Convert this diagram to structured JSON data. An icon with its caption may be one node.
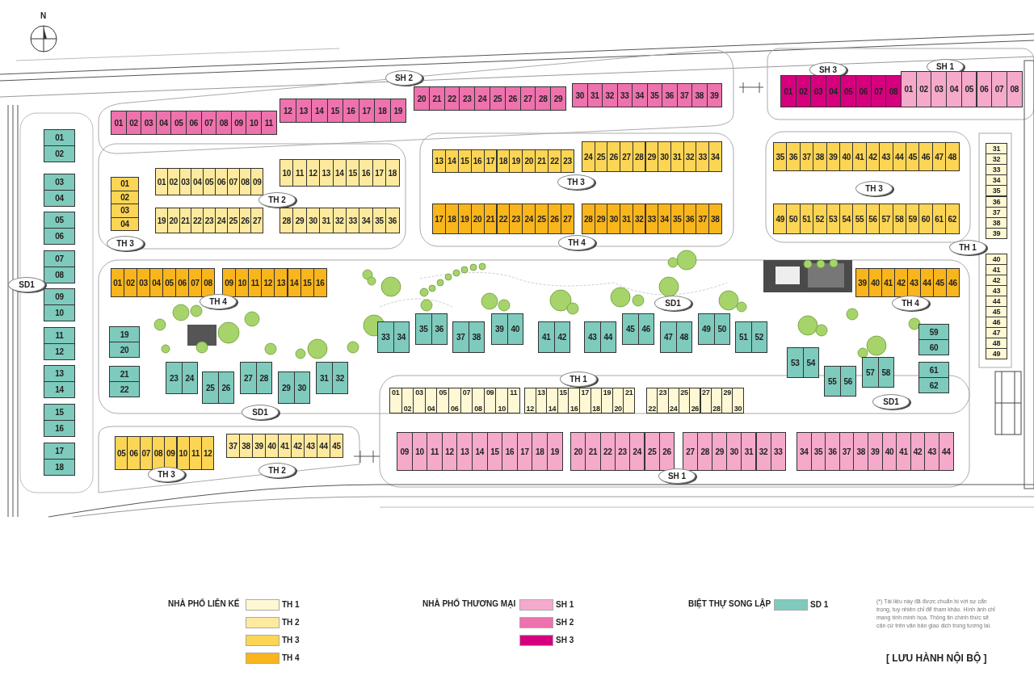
{
  "diagram": {
    "nodes": [
      {
        "text": [
          "01"
        ]
      },
      {
        "text": [
          "02"
        ]
      },
      {
        "text": [
          "03"
        ]
      },
      {
        "text": [
          "04"
        ]
      },
      {
        "text": [
          "05"
        ]
      },
      {
        "text": [
          "06"
        ]
      },
      {
        "text": [
          "07"
        ]
      },
      {
        "text": [
          "08"
        ]
      },
      {
        "text": [
          "09"
        ]
      },
      {
        "text": [
          "10"
        ]
      },
      {
        "text": [
          "11"
        ]
      },
      {
        "text": [
          "SH 2"
        ]
      },
      {
        "text": [
          "12"
        ]
      },
      {
        "text": [
          "13"
        ]
      },
      {
        "text": [
          "14"
        ]
      },
      {
        "text": [
          "15"
        ]
      },
      {
        "text": [
          "16"
        ]
      },
      {
        "text": [
          "17"
        ]
      },
      {
        "text": [
          "18"
        ]
      },
      {
        "text": [
          "19"
        ]
      },
      {
        "text": [
          "20"
        ]
      },
      {
        "text": [
          "21"
        ]
      },
      {
        "text": [
          "22"
        ]
      },
      {
        "text": [
          "23"
        ]
      },
      {
        "text": [
          "24"
        ]
      },
      {
        "text": [
          "25"
        ]
      },
      {
        "text": [
          "26"
        ]
      },
      {
        "text": [
          "27"
        ]
      },
      {
        "text": [
          "28"
        ]
      },
      {
        "text": [
          "29"
        ]
      },
      {
        "text": [
          "30"
        ]
      },
      {
        "text": [
          "31"
        ]
      },
      {
        "text": [
          "32"
        ]
      },
      {
        "text": [
          "33"
        ]
      },
      {
        "text": [
          "34"
        ]
      },
      {
        "text": [
          "35"
        ]
      },
      {
        "text": [
          "36"
        ]
      },
      {
        "text": [
          "37"
        ]
      },
      {
        "text": [
          "38"
        ]
      },
      {
        "text": [
          "39"
        ]
      },
      {
        "text": [
          "SH 3"
        ]
      },
      {
        "text": [
          "01"
        ]
      },
      {
        "text": [
          "02"
        ]
      },
      {
        "text": [
          "03"
        ]
      },
      {
        "text": [
          "04"
        ]
      },
      {
        "text": [
          "05"
        ]
      },
      {
        "text": [
          "06"
        ]
      },
      {
        "text": [
          "07"
        ]
      },
      {
        "text": [
          "08"
        ]
      },
      {
        "text": [
          "SH 1"
        ]
      },
      {
        "text": [
          "01"
        ]
      },
      {
        "text": [
          "02"
        ]
      },
      {
        "text": [
          "03"
        ]
      },
      {
        "text": [
          "04"
        ]
      },
      {
        "text": [
          "05"
        ]
      },
      {
        "text": [
          "06"
        ]
      },
      {
        "text": [
          "07"
        ]
      },
      {
        "text": [
          "08"
        ]
      },
      {
        "text": [
          "01"
        ]
      },
      {
        "text": [
          "02"
        ]
      },
      {
        "text": [
          "03"
        ]
      },
      {
        "text": [
          "04"
        ]
      },
      {
        "text": [
          "05"
        ]
      },
      {
        "text": [
          "06"
        ]
      },
      {
        "text": [
          "07"
        ]
      },
      {
        "text": [
          "08"
        ]
      },
      {
        "text": [
          "09"
        ]
      },
      {
        "text": [
          "10"
        ]
      },
      {
        "text": [
          "11"
        ]
      },
      {
        "text": [
          "12"
        ]
      },
      {
        "text": [
          "13"
        ]
      },
      {
        "text": [
          "14"
        ]
      },
      {
        "text": [
          "15"
        ]
      },
      {
        "text": [
          "16"
        ]
      },
      {
        "text": [
          "17"
        ]
      },
      {
        "text": [
          "18"
        ]
      },
      {
        "text": [
          "SD1"
        ]
      },
      {
        "text": [
          "01"
        ]
      },
      {
        "text": [
          "02"
        ]
      },
      {
        "text": [
          "03"
        ]
      },
      {
        "text": [
          "04"
        ]
      },
      {
        "text": [
          "01"
        ]
      },
      {
        "text": [
          "02"
        ]
      },
      {
        "text": [
          "03"
        ]
      },
      {
        "text": [
          "04"
        ]
      },
      {
        "text": [
          "05"
        ]
      },
      {
        "text": [
          "06"
        ]
      },
      {
        "text": [
          "07"
        ]
      },
      {
        "text": [
          "08"
        ]
      },
      {
        "text": [
          "09"
        ]
      },
      {
        "text": [
          "10"
        ]
      },
      {
        "text": [
          "11"
        ]
      },
      {
        "text": [
          "12"
        ]
      },
      {
        "text": [
          "13"
        ]
      },
      {
        "text": [
          "14"
        ]
      },
      {
        "text": [
          "15"
        ]
      },
      {
        "text": [
          "16"
        ]
      },
      {
        "text": [
          "17"
        ]
      },
      {
        "text": [
          "18"
        ]
      },
      {
        "text": [
          "TH 2"
        ]
      },
      {
        "text": [
          "19"
        ]
      },
      {
        "text": [
          "20"
        ]
      },
      {
        "text": [
          "21"
        ]
      },
      {
        "text": [
          "22"
        ]
      },
      {
        "text": [
          "23"
        ]
      },
      {
        "text": [
          "24"
        ]
      },
      {
        "text": [
          "25"
        ]
      },
      {
        "text": [
          "26"
        ]
      },
      {
        "text": [
          "27"
        ]
      },
      {
        "text": [
          "28"
        ]
      },
      {
        "text": [
          "29"
        ]
      },
      {
        "text": [
          "30"
        ]
      },
      {
        "text": [
          "31"
        ]
      },
      {
        "text": [
          "32"
        ]
      },
      {
        "text": [
          "33"
        ]
      },
      {
        "text": [
          "34"
        ]
      },
      {
        "text": [
          "35"
        ]
      },
      {
        "text": [
          "36"
        ]
      },
      {
        "text": [
          "TH 3"
        ]
      },
      {
        "text": [
          "13"
        ]
      },
      {
        "text": [
          "14"
        ]
      },
      {
        "text": [
          "15"
        ]
      },
      {
        "text": [
          "16"
        ]
      },
      {
        "text": [
          "17"
        ]
      },
      {
        "text": [
          "18"
        ]
      },
      {
        "text": [
          "19"
        ]
      },
      {
        "text": [
          "20"
        ]
      },
      {
        "text": [
          "21"
        ]
      },
      {
        "text": [
          "22"
        ]
      },
      {
        "text": [
          "23"
        ]
      },
      {
        "text": [
          "TH 3"
        ]
      },
      {
        "text": [
          "24"
        ]
      },
      {
        "text": [
          "25"
        ]
      },
      {
        "text": [
          "26"
        ]
      },
      {
        "text": [
          "27"
        ]
      },
      {
        "text": [
          "28"
        ]
      },
      {
        "text": [
          "29"
        ]
      },
      {
        "text": [
          "30"
        ]
      },
      {
        "text": [
          "31"
        ]
      },
      {
        "text": [
          "32"
        ]
      },
      {
        "text": [
          "33"
        ]
      },
      {
        "text": [
          "34"
        ]
      },
      {
        "text": [
          "17"
        ]
      },
      {
        "text": [
          "18"
        ]
      },
      {
        "text": [
          "19"
        ]
      },
      {
        "text": [
          "20"
        ]
      },
      {
        "text": [
          "21"
        ]
      },
      {
        "text": [
          "22"
        ]
      },
      {
        "text": [
          "23"
        ]
      },
      {
        "text": [
          "24"
        ]
      },
      {
        "text": [
          "25"
        ]
      },
      {
        "text": [
          "26"
        ]
      },
      {
        "text": [
          "27"
        ]
      },
      {
        "text": [
          "28"
        ]
      },
      {
        "text": [
          "29"
        ]
      },
      {
        "text": [
          "30"
        ]
      },
      {
        "text": [
          "31"
        ]
      },
      {
        "text": [
          "32"
        ]
      },
      {
        "text": [
          "33"
        ]
      },
      {
        "text": [
          "34"
        ]
      },
      {
        "text": [
          "35"
        ]
      },
      {
        "text": [
          "36"
        ]
      },
      {
        "text": [
          "37"
        ]
      },
      {
        "text": [
          "38"
        ]
      },
      {
        "text": [
          "TH 4"
        ]
      },
      {
        "text": [
          "35"
        ]
      },
      {
        "text": [
          "36"
        ]
      },
      {
        "text": [
          "37"
        ]
      },
      {
        "text": [
          "38"
        ]
      },
      {
        "text": [
          "39"
        ]
      },
      {
        "text": [
          "40"
        ]
      },
      {
        "text": [
          "41"
        ]
      },
      {
        "text": [
          "42"
        ]
      },
      {
        "text": [
          "43"
        ]
      },
      {
        "text": [
          "44"
        ]
      },
      {
        "text": [
          "45"
        ]
      },
      {
        "text": [
          "46"
        ]
      },
      {
        "text": [
          "47"
        ]
      },
      {
        "text": [
          "48"
        ]
      },
      {
        "text": [
          "TH 3"
        ]
      },
      {
        "text": [
          "49"
        ]
      },
      {
        "text": [
          "50"
        ]
      },
      {
        "text": [
          "51"
        ]
      },
      {
        "text": [
          "52"
        ]
      },
      {
        "text": [
          "53"
        ]
      },
      {
        "text": [
          "54"
        ]
      },
      {
        "text": [
          "55"
        ]
      },
      {
        "text": [
          "56"
        ]
      },
      {
        "text": [
          "57"
        ]
      },
      {
        "text": [
          "58"
        ]
      },
      {
        "text": [
          "59"
        ]
      },
      {
        "text": [
          "60"
        ]
      },
      {
        "text": [
          "61"
        ]
      },
      {
        "text": [
          "62"
        ]
      },
      {
        "text": [
          "31"
        ]
      },
      {
        "text": [
          "32"
        ]
      },
      {
        "text": [
          "33"
        ]
      },
      {
        "text": [
          "34"
        ]
      },
      {
        "text": [
          "35"
        ]
      },
      {
        "text": [
          "36"
        ]
      },
      {
        "text": [
          "37"
        ]
      },
      {
        "text": [
          "38"
        ]
      },
      {
        "text": [
          "39"
        ]
      },
      {
        "text": [
          "TH 1"
        ]
      },
      {
        "text": [
          "40"
        ]
      },
      {
        "text": [
          "41"
        ]
      },
      {
        "text": [
          "42"
        ]
      },
      {
        "text": [
          "43"
        ]
      },
      {
        "text": [
          "44"
        ]
      },
      {
        "text": [
          "45"
        ]
      },
      {
        "text": [
          "46"
        ]
      },
      {
        "text": [
          "47"
        ]
      },
      {
        "text": [
          "48"
        ]
      },
      {
        "text": [
          "49"
        ]
      },
      {
        "text": [
          "01"
        ]
      },
      {
        "text": [
          "02"
        ]
      },
      {
        "text": [
          "03"
        ]
      },
      {
        "text": [
          "04"
        ]
      },
      {
        "text": [
          "05"
        ]
      },
      {
        "text": [
          "06"
        ]
      },
      {
        "text": [
          "07"
        ]
      },
      {
        "text": [
          "08"
        ]
      },
      {
        "text": [
          "09"
        ]
      },
      {
        "text": [
          "10"
        ]
      },
      {
        "text": [
          "11"
        ]
      },
      {
        "text": [
          "12"
        ]
      },
      {
        "text": [
          "13"
        ]
      },
      {
        "text": [
          "14"
        ]
      },
      {
        "text": [
          "15"
        ]
      },
      {
        "text": [
          "16"
        ]
      },
      {
        "text": [
          "TH 4"
        ]
      },
      {
        "text": [
          "39"
        ]
      },
      {
        "text": [
          "40"
        ]
      },
      {
        "text": [
          "41"
        ]
      },
      {
        "text": [
          "42"
        ]
      },
      {
        "text": [
          "43"
        ]
      },
      {
        "text": [
          "44"
        ]
      },
      {
        "text": [
          "45"
        ]
      },
      {
        "text": [
          "46"
        ]
      },
      {
        "text": [
          "TH 4"
        ]
      },
      {
        "text": [
          "SD1"
        ]
      },
      {
        "text": [
          "19"
        ]
      },
      {
        "text": [
          "20"
        ]
      },
      {
        "text": [
          "21"
        ]
      },
      {
        "text": [
          "22"
        ]
      },
      {
        "text": [
          "23"
        ]
      },
      {
        "text": [
          "24"
        ]
      },
      {
        "text": [
          "25"
        ]
      },
      {
        "text": [
          "26"
        ]
      },
      {
        "text": [
          "27"
        ]
      },
      {
        "text": [
          "28"
        ]
      },
      {
        "text": [
          "29"
        ]
      },
      {
        "text": [
          "30"
        ]
      },
      {
        "text": [
          "31"
        ]
      },
      {
        "text": [
          "32"
        ]
      },
      {
        "text": [
          "SD1"
        ]
      },
      {
        "text": [
          "33"
        ]
      },
      {
        "text": [
          "34"
        ]
      },
      {
        "text": [
          "35"
        ]
      },
      {
        "text": [
          "36"
        ]
      },
      {
        "text": [
          "37"
        ]
      },
      {
        "text": [
          "38"
        ]
      },
      {
        "text": [
          "39"
        ]
      },
      {
        "text": [
          "40"
        ]
      },
      {
        "text": [
          "41"
        ]
      },
      {
        "text": [
          "42"
        ]
      },
      {
        "text": [
          "43"
        ]
      },
      {
        "text": [
          "44"
        ]
      },
      {
        "text": [
          "45"
        ]
      },
      {
        "text": [
          "46"
        ]
      },
      {
        "text": [
          "47"
        ]
      },
      {
        "text": [
          "48"
        ]
      },
      {
        "text": [
          "49"
        ]
      },
      {
        "text": [
          "50"
        ]
      },
      {
        "text": [
          "51"
        ]
      },
      {
        "text": [
          "52"
        ]
      },
      {
        "text": [
          "53"
        ]
      },
      {
        "text": [
          "54"
        ]
      },
      {
        "text": [
          "55"
        ]
      },
      {
        "text": [
          "56"
        ]
      },
      {
        "text": [
          "57"
        ]
      },
      {
        "text": [
          "58"
        ]
      },
      {
        "text": [
          "59"
        ]
      },
      {
        "text": [
          "60"
        ]
      },
      {
        "text": [
          "61"
        ]
      },
      {
        "text": [
          "62"
        ]
      },
      {
        "text": [
          "SD1"
        ]
      },
      {
        "text": [
          "TH 1"
        ]
      },
      {
        "text": [
          "01"
        ]
      },
      {
        "text": [
          "02"
        ]
      },
      {
        "text": [
          "03"
        ]
      },
      {
        "text": [
          "04"
        ]
      },
      {
        "text": [
          "05"
        ]
      },
      {
        "text": [
          "06"
        ]
      },
      {
        "text": [
          "07"
        ]
      },
      {
        "text": [
          "08"
        ]
      },
      {
        "text": [
          "09"
        ]
      },
      {
        "text": [
          "10"
        ]
      },
      {
        "text": [
          "11"
        ]
      },
      {
        "text": [
          "12"
        ]
      },
      {
        "text": [
          "13"
        ]
      },
      {
        "text": [
          "14"
        ]
      },
      {
        "text": [
          "15"
        ]
      },
      {
        "text": [
          "16"
        ]
      },
      {
        "text": [
          "17"
        ]
      },
      {
        "text": [
          "18"
        ]
      },
      {
        "text": [
          "19"
        ]
      },
      {
        "text": [
          "20"
        ]
      },
      {
        "text": [
          "21"
        ]
      },
      {
        "text": [
          "22"
        ]
      },
      {
        "text": [
          "23"
        ]
      },
      {
        "text": [
          "24"
        ]
      },
      {
        "text": [
          "25"
        ]
      },
      {
        "text": [
          "26"
        ]
      },
      {
        "text": [
          "27"
        ]
      },
      {
        "text": [
          "28"
        ]
      },
      {
        "text": [
          "29"
        ]
      },
      {
        "text": [
          "30"
        ]
      },
      {
        "text": [
          "09"
        ]
      },
      {
        "text": [
          "10"
        ]
      },
      {
        "text": [
          "11"
        ]
      },
      {
        "text": [
          "12"
        ]
      },
      {
        "text": [
          "13"
        ]
      },
      {
        "text": [
          "14"
        ]
      },
      {
        "text": [
          "15"
        ]
      },
      {
        "text": [
          "16"
        ]
      },
      {
        "text": [
          "17"
        ]
      },
      {
        "text": [
          "18"
        ]
      },
      {
        "text": [
          "19"
        ]
      },
      {
        "text": [
          "20"
        ]
      },
      {
        "text": [
          "21"
        ]
      },
      {
        "text": [
          "22"
        ]
      },
      {
        "text": [
          "23"
        ]
      },
      {
        "text": [
          "24"
        ]
      },
      {
        "text": [
          "25"
        ]
      },
      {
        "text": [
          "26"
        ]
      },
      {
        "text": [
          "27"
        ]
      },
      {
        "text": [
          "28"
        ]
      },
      {
        "text": [
          "29"
        ]
      },
      {
        "text": [
          "30"
        ]
      },
      {
        "text": [
          "31"
        ]
      },
      {
        "text": [
          "32"
        ]
      },
      {
        "text": [
          "33"
        ]
      },
      {
        "text": [
          "34"
        ]
      },
      {
        "text": [
          "35"
        ]
      },
      {
        "text": [
          "36"
        ]
      },
      {
        "text": [
          "37"
        ]
      },
      {
        "text": [
          "38"
        ]
      },
      {
        "text": [
          "39"
        ]
      },
      {
        "text": [
          "40"
        ]
      },
      {
        "text": [
          "41"
        ]
      },
      {
        "text": [
          "42"
        ]
      },
      {
        "text": [
          "43"
        ]
      },
      {
        "text": [
          "44"
        ]
      },
      {
        "text": [
          "SH 1"
        ]
      },
      {
        "text": [
          "05"
        ]
      },
      {
        "text": [
          "06"
        ]
      },
      {
        "text": [
          "07"
        ]
      },
      {
        "text": [
          "08"
        ]
      },
      {
        "text": [
          "09"
        ]
      },
      {
        "text": [
          "10"
        ]
      },
      {
        "text": [
          "11"
        ]
      },
      {
        "text": [
          "12"
        ]
      },
      {
        "text": [
          "TH 3"
        ]
      },
      {
        "text": [
          "37"
        ]
      },
      {
        "text": [
          "38"
        ]
      },
      {
        "text": [
          "39"
        ]
      },
      {
        "text": [
          "40"
        ]
      },
      {
        "text": [
          "41"
        ]
      },
      {
        "text": [
          "42"
        ]
      },
      {
        "text": [
          "43"
        ]
      },
      {
        "text": [
          "44"
        ]
      },
      {
        "text": [
          "45"
        ]
      },
      {
        "text": [
          "TH 2"
        ]
      }
    ],
    "labels": [
      "N",
      "NHÀ PHỐ LIÊN KẾ",
      "NHÀ PHỐ THƯƠNG MẠI",
      "BIỆT THỰ SONG LẬP",
      "(*) Tài liệu này đã được chuẩn bị với sự cẩn trọng, tuy nhiên chỉ để tham khảo. Hình ảnh chỉ mang tính minh họa. Thông tin chính thức sẽ căn cứ trên văn bản giao dịch trong tương lai.",
      "[ LƯU HÀNH NỘI BỘ ]"
    ],
    "legend": [
      {
        "text": "TH 1",
        "color": "#fef8d4"
      },
      {
        "text": "TH 2",
        "color": "#fdea9e"
      },
      {
        "text": "TH 3",
        "color": "#fdd555"
      },
      {
        "text": "TH 4",
        "color": "#f9b51c"
      },
      {
        "text": "SH 1",
        "color": "#f5aacb"
      },
      {
        "text": "SH 2",
        "color": "#ee72ad"
      },
      {
        "text": "SH 3",
        "color": "#d6007f"
      },
      {
        "text": "SD 1",
        "color": "#7ecbbd"
      }
    ]
  }
}
